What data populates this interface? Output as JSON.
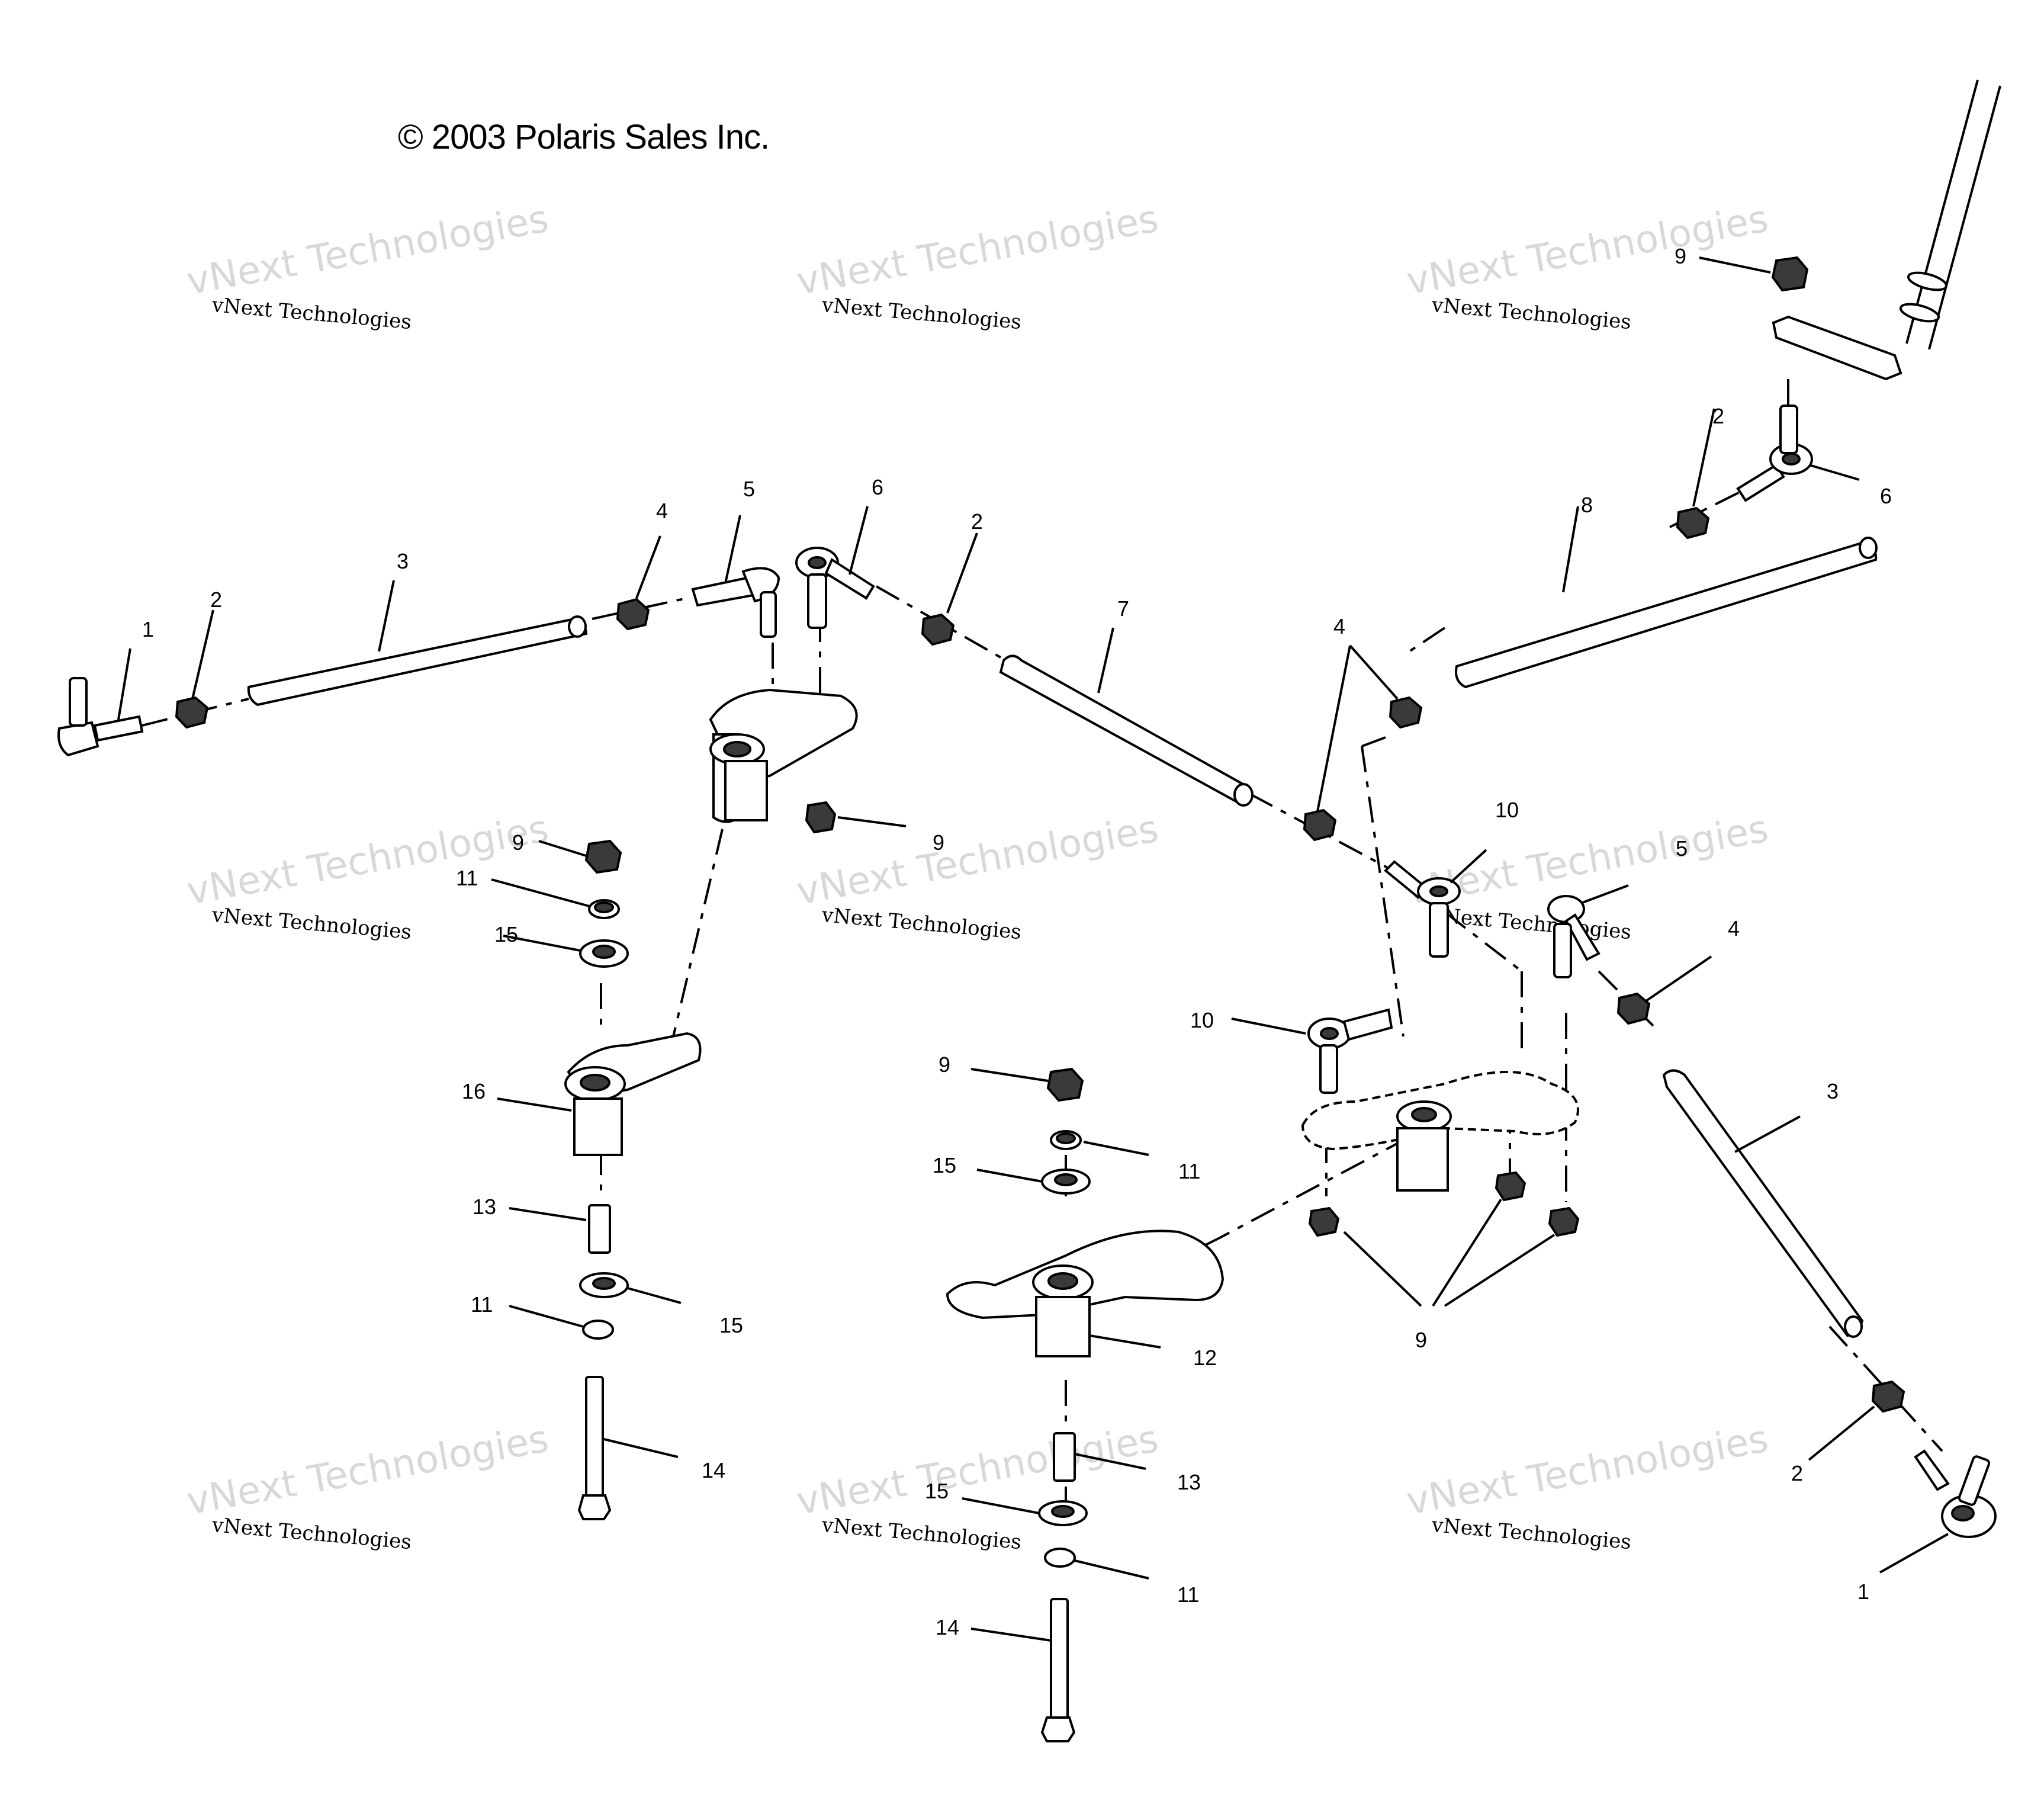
{
  "copyright": "© 2003 Polaris Sales Inc.",
  "watermark": {
    "large_text": "vNext Technologies",
    "small_text": "vNext Technologies"
  },
  "callouts": {
    "c1a": "1",
    "c2a": "2",
    "c3a": "3",
    "c4a": "4",
    "c5a": "5",
    "c6a": "6",
    "c2b": "2",
    "c7": "7",
    "c4b": "4",
    "c8": "8",
    "c2c": "2",
    "c6b": "6",
    "c9a": "9",
    "c9b": "9",
    "c9c": "9",
    "c11a": "11",
    "c15a": "15",
    "c16": "16",
    "c13a": "13",
    "c11b": "11",
    "c15b": "15",
    "c14a": "14",
    "c10a": "10",
    "c10b": "10",
    "c5b": "5",
    "c4c": "4",
    "c3b": "3",
    "c9d": "9",
    "c11c": "11",
    "c15c": "15",
    "c12": "12",
    "c13b": "13",
    "c15d": "15",
    "c11d": "11",
    "c14b": "14",
    "c9e": "9",
    "c2d": "2",
    "c1b": "1"
  },
  "colors": {
    "line": "#000000",
    "watermark": "#b9b9b9",
    "background": "#ffffff"
  }
}
